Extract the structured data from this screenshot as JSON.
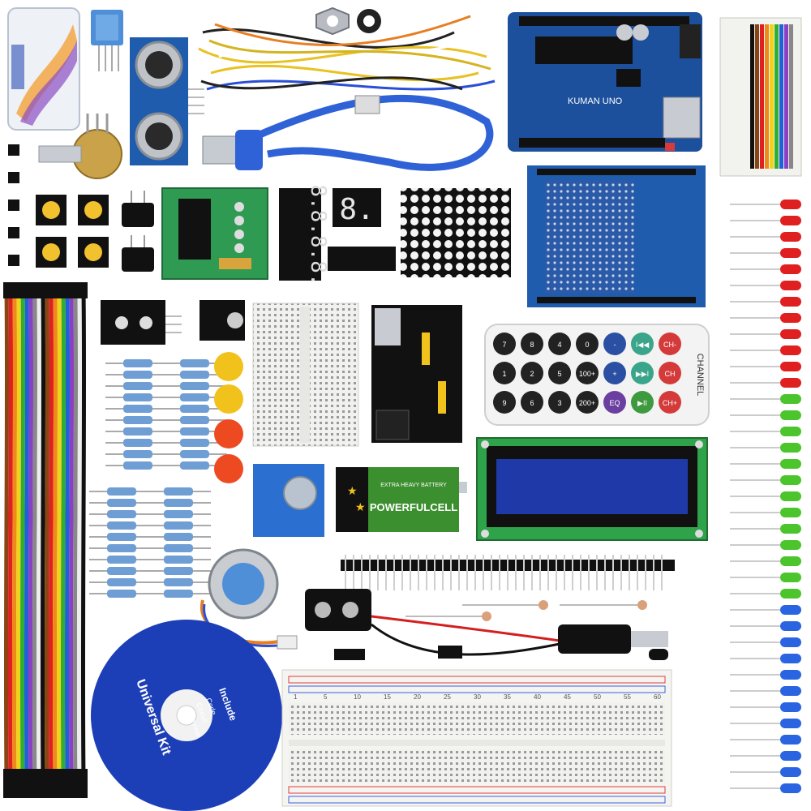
{
  "scene": {
    "background": "#ffffff"
  },
  "board": {
    "brand_text": "KUMAN UNO",
    "color": "#1c4f9c"
  },
  "remote": {
    "channel_label": "CHANNEL",
    "buttons": [
      "7",
      "8",
      "4",
      "0",
      "-",
      "I◀◀",
      "CH-",
      "1",
      "2",
      "5",
      "100+",
      "+",
      "▶▶I",
      "CH",
      "9",
      "6",
      "3",
      "200+",
      "EQ",
      "▶II",
      "CH+"
    ],
    "key_colors": {
      "dark": "#222222",
      "blue": "#2b4fa3",
      "teal": "#3aa58a",
      "red": "#d43a3a",
      "purple": "#6a3fa0",
      "green": "#3e9a3e"
    }
  },
  "battery": {
    "brand_text": "POWERFULCELL",
    "small_text": "EXTRA HEAVY BATTERY",
    "color": "#3c8f2f"
  },
  "cd": {
    "title": "Universal Kit",
    "heading": "Include",
    "items": [
      "Code",
      "Circuit",
      "Overview"
    ],
    "color": "#1c3fb8"
  },
  "led_columns": {
    "colors": {
      "red": "#e02020",
      "green": "#4cc42c",
      "blue": "#2a64e0"
    },
    "counts": {
      "red": 12,
      "green": 13,
      "blue": 12
    }
  },
  "breadboard": {
    "col_numbers": [
      "1",
      "5",
      "10",
      "15",
      "20",
      "25",
      "30",
      "35",
      "40",
      "45",
      "50",
      "55",
      "60"
    ]
  },
  "seven_segment": {
    "quad_digits": "8.8.8.8.",
    "single_digit": "8."
  }
}
